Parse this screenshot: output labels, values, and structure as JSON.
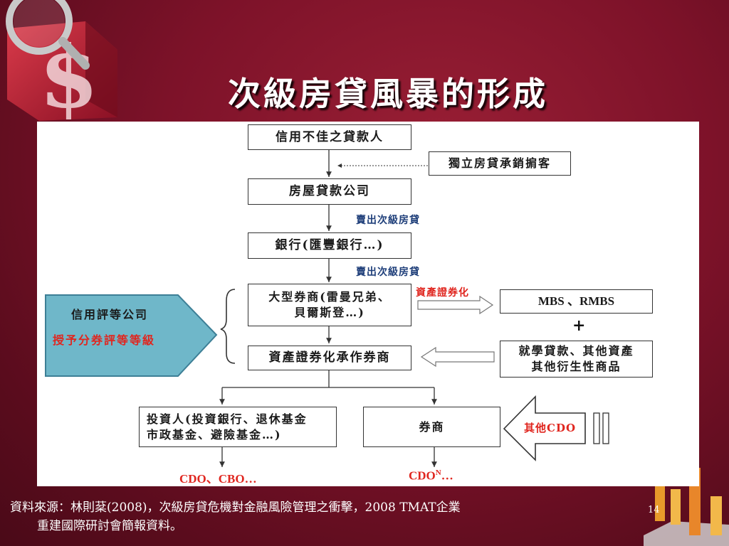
{
  "title": "次級房貸風暴的形成",
  "flow": {
    "borrower": "信用不佳之貸款人",
    "broker": "獨立房貸承銷掮客",
    "mortgage_company": "房屋貸款公司",
    "sell_label_1": "賣出次級房貸",
    "bank": "銀行(匯豐銀行…)",
    "sell_label_2": "賣出次級房貸",
    "big_broker_line1": "大型券商(雷曼兄弟、",
    "big_broker_line2": "貝爾斯登…)",
    "securitization_label": "資產證券化",
    "mbs": "MBS 、RMBS",
    "plus": "+",
    "underwriter": "資產證券化承作券商",
    "other_assets_line1": "就學貸款、其他資產",
    "other_assets_line2": "其他衍生性商品",
    "rating_agency": "信用評等公司",
    "rating_action": "授予分券評等等級",
    "investor_line1": "投資人(投資銀行、退休基金",
    "investor_line2": "市政基金、避險基金…)",
    "dealer": "券商",
    "other_cdo": "其他CDO",
    "cdo_cbo": "CDO、CBO…",
    "cdo_n_base": "CDO",
    "cdo_n_sup": "N",
    "cdo_n_tail": "…"
  },
  "footer": {
    "source_line1": "資料來源：林則棻(2008)，次級房貸危機對金融風險管理之衝擊，2008 TMAT企業",
    "source_line2": "重建國際研討會簡報資料。",
    "page_number": "14"
  },
  "colors": {
    "background": "#7d1229",
    "accent_red": "#e0261f",
    "label_blue": "#1f3f7a",
    "rating_fill": "#6fb7c9"
  },
  "icons": [
    "magnifier-dollar-icon",
    "bar-chart-icon"
  ]
}
